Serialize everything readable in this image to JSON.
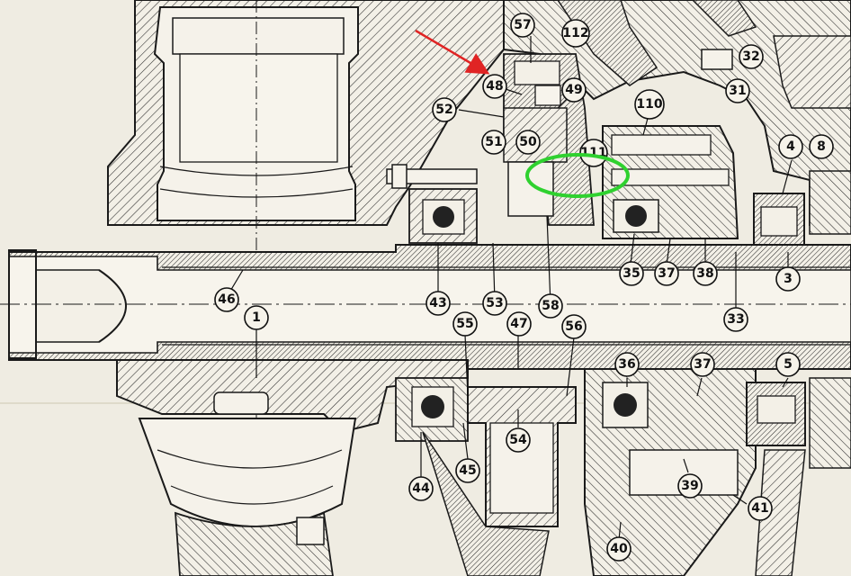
{
  "callouts": [
    {
      "id": "c57",
      "label": "57"
    },
    {
      "id": "c112",
      "label": "112"
    },
    {
      "id": "c32",
      "label": "32"
    },
    {
      "id": "c31",
      "label": "31"
    },
    {
      "id": "c48",
      "label": "48"
    },
    {
      "id": "c49",
      "label": "49"
    },
    {
      "id": "c52",
      "label": "52"
    },
    {
      "id": "c110",
      "label": "110"
    },
    {
      "id": "c51",
      "label": "51"
    },
    {
      "id": "c50",
      "label": "50"
    },
    {
      "id": "c111",
      "label": "111"
    },
    {
      "id": "c4",
      "label": "4"
    },
    {
      "id": "c8",
      "label": "8"
    },
    {
      "id": "c46",
      "label": "46"
    },
    {
      "id": "c43",
      "label": "43"
    },
    {
      "id": "c53",
      "label": "53"
    },
    {
      "id": "c58",
      "label": "58"
    },
    {
      "id": "c35",
      "label": "35"
    },
    {
      "id": "c37a",
      "label": "37"
    },
    {
      "id": "c38",
      "label": "38"
    },
    {
      "id": "c3",
      "label": "3"
    },
    {
      "id": "c1",
      "label": "1"
    },
    {
      "id": "c55",
      "label": "55"
    },
    {
      "id": "c47",
      "label": "47"
    },
    {
      "id": "c56",
      "label": "56"
    },
    {
      "id": "c33",
      "label": "33"
    },
    {
      "id": "c36",
      "label": "36"
    },
    {
      "id": "c37b",
      "label": "37"
    },
    {
      "id": "c5",
      "label": "5"
    },
    {
      "id": "c54",
      "label": "54"
    },
    {
      "id": "c44",
      "label": "44"
    },
    {
      "id": "c45",
      "label": "45"
    },
    {
      "id": "c39",
      "label": "39"
    },
    {
      "id": "c41",
      "label": "41"
    },
    {
      "id": "c40",
      "label": "40"
    }
  ],
  "colors": {
    "paper": "#efece2",
    "ink": "#1a1a1a",
    "arrow": "#e02424",
    "highlight": "#2fd12f"
  }
}
